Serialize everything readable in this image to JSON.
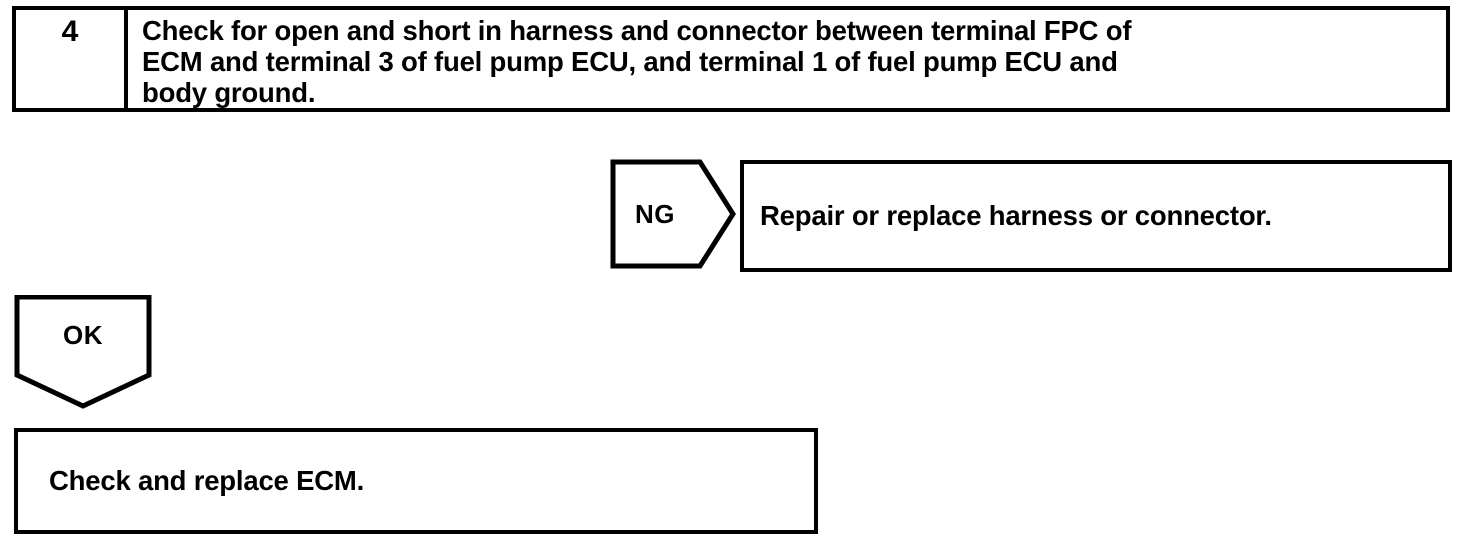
{
  "page": {
    "background_color": "#ffffff",
    "line_color": "#000000",
    "text_color": "#000000"
  },
  "step_table": {
    "step_number": "4",
    "instruction": "Check for open and short in harness and connector between terminal FPC of\nECM and terminal 3 of fuel pump ECU, and terminal 1 of fuel pump ECU and\nbody ground."
  },
  "ng_branch": {
    "arrow_label": "NG",
    "arrow_direction": "right",
    "result_box_text": "Repair or replace harness or connector."
  },
  "ok_branch": {
    "arrow_label": "OK",
    "arrow_direction": "down",
    "result_box_text": "Check and replace ECM."
  }
}
